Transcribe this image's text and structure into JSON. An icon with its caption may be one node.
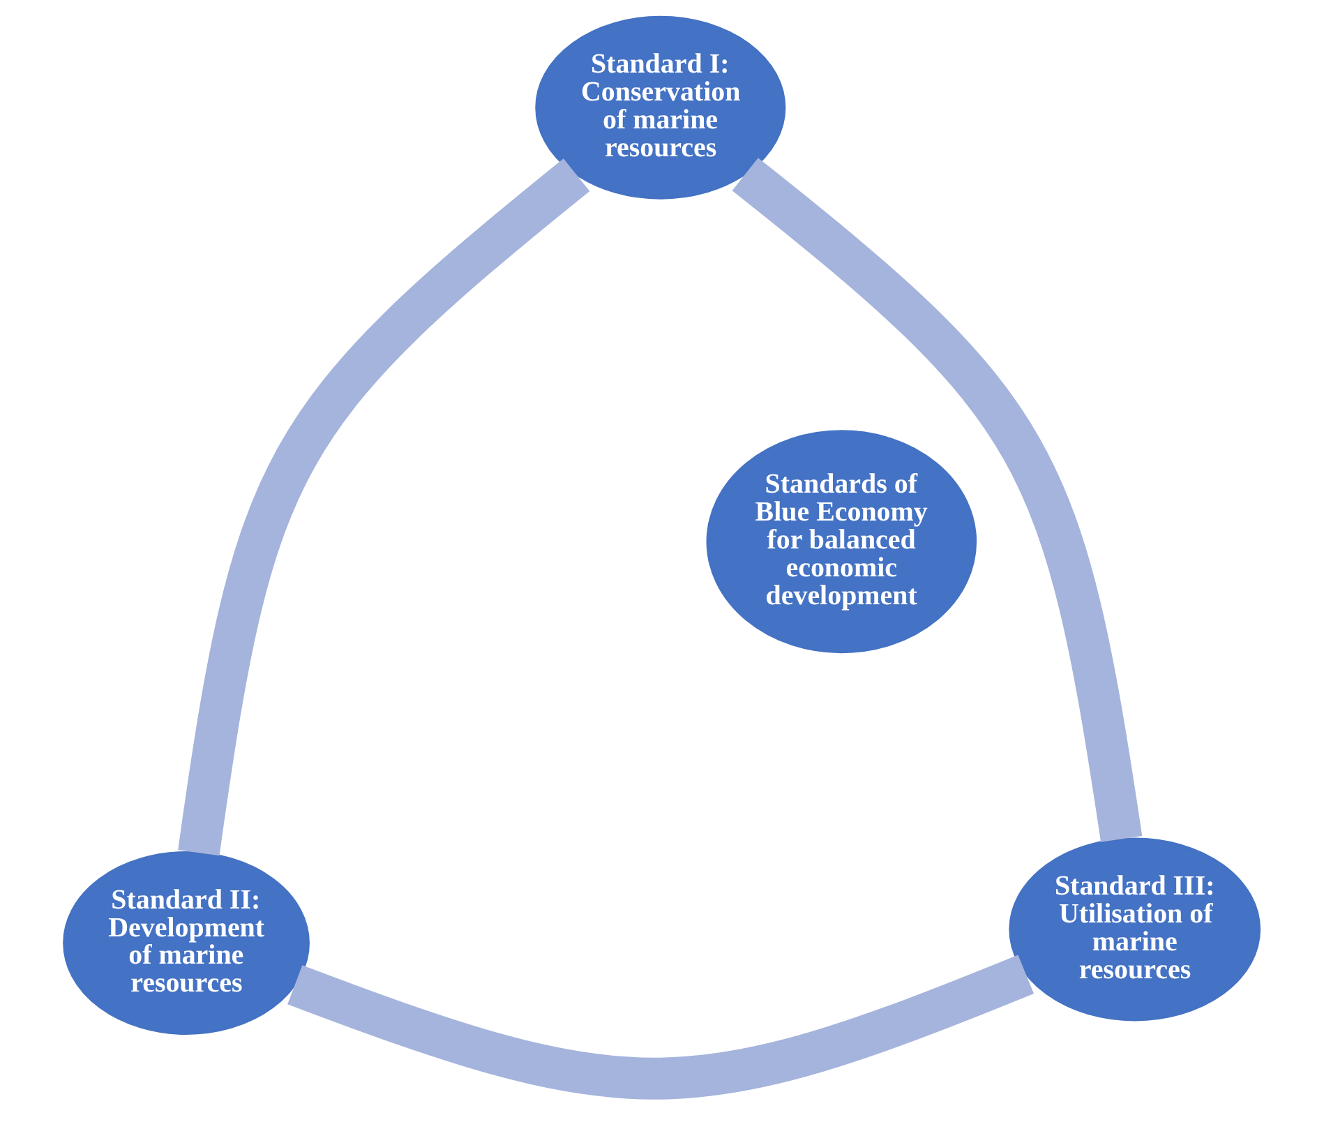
{
  "diagram": {
    "nodes": [
      {
        "text": [
          "Standard I:",
          "Conservation of marine resources"
        ]
      },
      {
        "text": [
          "Standards of Blue Economy for balanced economic development"
        ]
      },
      {
        "text": [
          "Standard II:",
          "Development of marine resources"
        ]
      },
      {
        "text": [
          "Standard III:",
          "Utilisation of marine resources"
        ]
      }
    ],
    "edges": [
      {
        "from": 0,
        "to": 3,
        "arrow": "none"
      },
      {
        "from": 3,
        "to": 2,
        "arrow": "none"
      },
      {
        "from": 2,
        "to": 0,
        "arrow": "none"
      }
    ]
  }
}
